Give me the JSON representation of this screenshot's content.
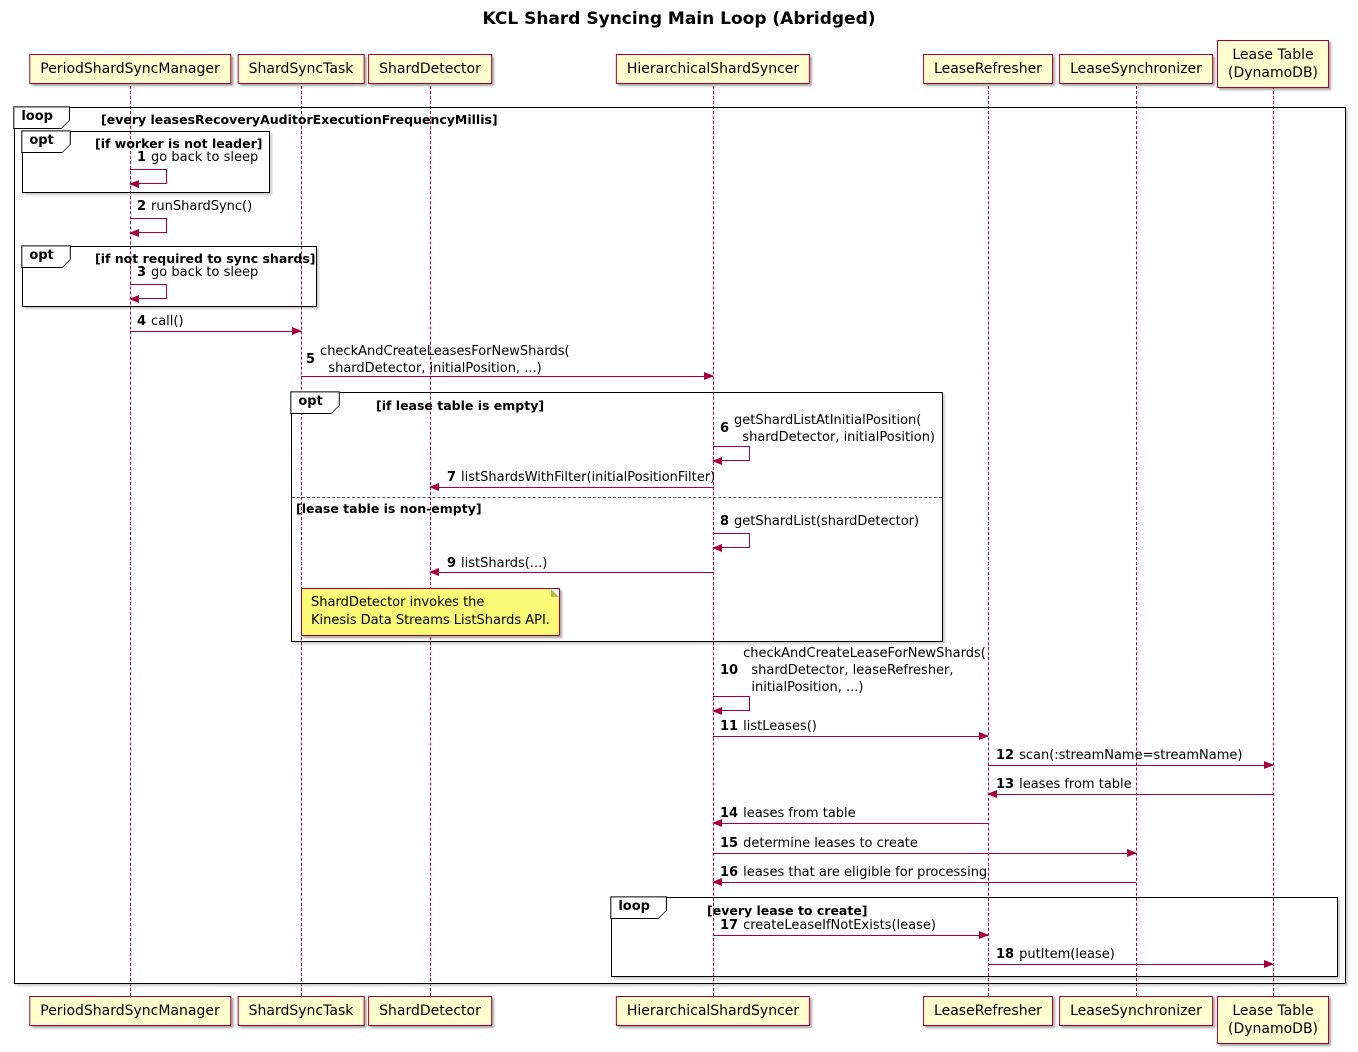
{
  "title": "KCL Shard Syncing Main Loop (Abridged)",
  "colors": {
    "participant_bg": "#FEFECE",
    "participant_border": "#A80036",
    "arrow": "#A80036",
    "note_bg": "#FBFB77",
    "frame_border": "#000000"
  },
  "participants": [
    {
      "name": "PeriodShardSyncManager"
    },
    {
      "name": "ShardSyncTask"
    },
    {
      "name": "ShardDetector"
    },
    {
      "name": "HierarchicalShardSyncer"
    },
    {
      "name": "LeaseRefresher"
    },
    {
      "name": "LeaseSynchronizer"
    },
    {
      "name": "Lease Table\n(DynamoDB)"
    }
  ],
  "frames": {
    "outer_loop": {
      "operator": "loop",
      "condition": "[every leasesRecoveryAuditorExecutionFrequencyMillis]"
    },
    "opt_worker": {
      "operator": "opt",
      "condition": "[if worker is not leader]"
    },
    "opt_shards": {
      "operator": "opt",
      "condition": "[if not required to sync shards]"
    },
    "opt_lease": {
      "operator": "opt",
      "condition": "[if lease table is empty]",
      "else_condition": "[lease table is non-empty]"
    },
    "inner_loop": {
      "operator": "loop",
      "condition": "[every lease to create]"
    }
  },
  "note": {
    "text": "ShardDetector invokes the\nKinesis Data Streams ListShards API."
  },
  "messages": [
    {
      "num": "1",
      "text": "go back to sleep"
    },
    {
      "num": "2",
      "text": "runShardSync()"
    },
    {
      "num": "3",
      "text": "go back to sleep"
    },
    {
      "num": "4",
      "text": "call()"
    },
    {
      "num": "5",
      "text": "checkAndCreateLeasesForNewShards(\n  shardDetector, initialPosition, ...)"
    },
    {
      "num": "6",
      "text": "getShardListAtInitialPosition(\n  shardDetector, initialPosition)"
    },
    {
      "num": "7",
      "text": "listShardsWithFilter(initialPositionFilter)"
    },
    {
      "num": "8",
      "text": "getShardList(shardDetector)"
    },
    {
      "num": "9",
      "text": "listShards(...)"
    },
    {
      "num": "10",
      "text": "checkAndCreateLeaseForNewShards(\n  shardDetector, leaseRefresher,\n  initialPosition, ...)"
    },
    {
      "num": "11",
      "text": "listLeases()"
    },
    {
      "num": "12",
      "text": "scan(:streamName=streamName)"
    },
    {
      "num": "13",
      "text": "leases from table"
    },
    {
      "num": "14",
      "text": "leases from table"
    },
    {
      "num": "15",
      "text": "determine leases to create"
    },
    {
      "num": "16",
      "text": "leases that are eligible for processing"
    },
    {
      "num": "17",
      "text": "createLeaseIfNotExists(lease)"
    },
    {
      "num": "18",
      "text": "putItem(lease)"
    }
  ]
}
